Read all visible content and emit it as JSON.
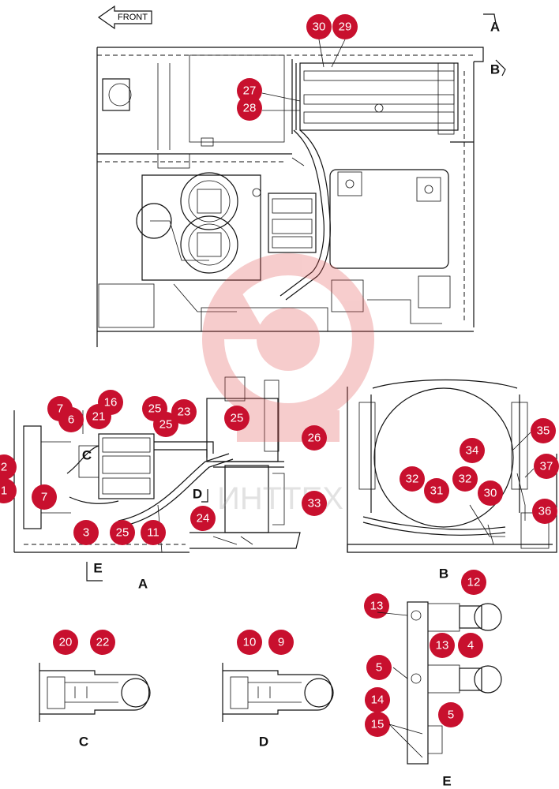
{
  "front_label": "FRONT",
  "watermark": "ИНТТЕХ",
  "view_labels": {
    "A": "A",
    "B": "B",
    "C": "C",
    "D": "D",
    "E": "E",
    "arrow_A": "A",
    "arrow_B": "B",
    "arrow_E": "E",
    "inset_C": "C",
    "inset_D": "D"
  },
  "callouts": {
    "top": [
      "30",
      "29",
      "27",
      "28"
    ],
    "A": [
      "7",
      "6",
      "16",
      "21",
      "25",
      "23",
      "25",
      "25",
      "26",
      "2",
      "1",
      "7",
      "3",
      "25",
      "11",
      "24",
      "33"
    ],
    "B": [
      "35",
      "34",
      "37",
      "32",
      "31",
      "32",
      "30",
      "36"
    ],
    "C": [
      "20",
      "22"
    ],
    "D": [
      "10",
      "9"
    ],
    "E": [
      "12",
      "13",
      "13",
      "4",
      "5",
      "14",
      "5",
      "15"
    ]
  },
  "colors": {
    "callout": "#c8102e",
    "line": "#111111",
    "watermark": "#e24a4a"
  }
}
